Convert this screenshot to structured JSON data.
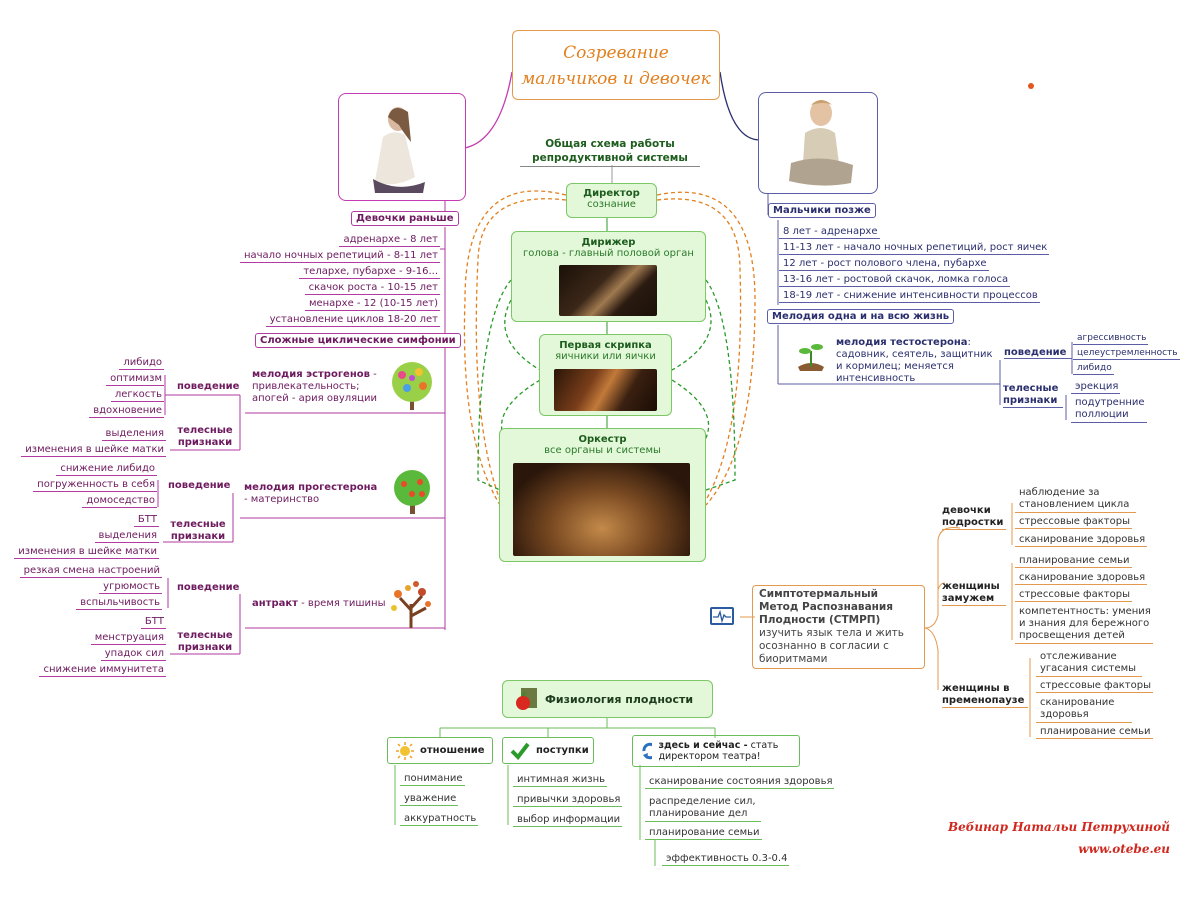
{
  "title": {
    "line1": "Созревание",
    "line2": "мальчиков и девочек"
  },
  "scheme": {
    "line1": "Общая схема работы",
    "line2": "репродуктивной системы"
  },
  "central": {
    "director": {
      "title": "Директор",
      "sub": "сознание"
    },
    "conductor": {
      "title": "Дирижер",
      "sub": "голова - главный половой орган"
    },
    "violin": {
      "title": "Первая скрипка",
      "sub": "яичники или яички"
    },
    "orchestra": {
      "title": "Оркестр",
      "sub": "все органы и системы"
    }
  },
  "girls": {
    "header": "Девочки раньше",
    "items": [
      "адренархе - 8 лет",
      "начало ночных репетиций - 8-11 лет",
      "телархе, пубархе - 9-16...",
      "скачок роста - 10-15 лет",
      "менархе - 12 (10-15 лет)",
      "установление циклов 18-20 лет"
    ],
    "symphonies": "Сложные циклические симфонии",
    "estrogen": {
      "title": "мелодия эстрогенов",
      "rest": " - привлекательность; апогей - ария овуляции",
      "behavior": "поведение",
      "behavior_items": [
        "либидо",
        "оптимизм",
        "легкость",
        "вдохновение"
      ],
      "body": "телесные признаки",
      "body_items": [
        "выделения",
        "изменения в шейке матки"
      ]
    },
    "progesterone": {
      "title": "мелодия прогестерона",
      "rest": " - материнство",
      "behavior": "поведение",
      "behavior_items": [
        "снижение либидо",
        "погруженность в себя",
        "домоседство"
      ],
      "body": "телесные признаки",
      "body_items": [
        "БТТ",
        "выделения",
        "изменения в шейке матки"
      ]
    },
    "entracte": {
      "title": "антракт",
      "rest": " - время тишины",
      "behavior": "поведение",
      "behavior_items": [
        "резкая смена настроений",
        "угрюмость",
        "вспыльчивость"
      ],
      "body": "телесные признаки",
      "body_items": [
        "БТТ",
        "менструация",
        "упадок сил",
        "снижение иммунитета"
      ]
    }
  },
  "boys": {
    "header": "Мальчики позже",
    "items": [
      "8 лет - адренархе",
      "11-13 лет - начало ночных репетиций, рост яичек",
      "12 лет - рост полового члена, пубархе",
      "13-16 лет - ростовой скачок, ломка голоса",
      "18-19 лет - снижение интенсивности процессов"
    ],
    "melody": "Мелодия одна и на всю жизнь",
    "testosterone": {
      "title": "мелодия тестостерона",
      "rest": ": садовник, сеятель, защитник и кормилец; меняется интенсивность",
      "behavior": "поведение",
      "behavior_items": [
        "агрессивность",
        "целеустремленность",
        "либидо"
      ],
      "body": "телесные признаки",
      "body_items": [
        "эрекция",
        "подутренние поллюции"
      ]
    }
  },
  "stmrp": {
    "title": "Симптотермальный Метод Распознавания Плодности (СТМРП)",
    "desc": "изучить язык тела и жить осознанно в согласии с биоритмами",
    "teen": {
      "label": "девочки подростки",
      "items": [
        "наблюдение за становлением цикла",
        "стрессовые факторы",
        "сканирование здоровья"
      ]
    },
    "married": {
      "label": "женщины замужем",
      "items": [
        "планирование семьи",
        "сканирование здоровья",
        "стрессовые факторы",
        "компетентность: умения и знания для бережного просвещения детей"
      ]
    },
    "premeno": {
      "label": "женщины в пременопаузе",
      "items": [
        "отслеживание угасания системы",
        "стрессовые факторы",
        "сканирование здоровья",
        "планирование семьи"
      ]
    }
  },
  "physiology": {
    "title": "Физиология плодности",
    "attitude": {
      "label": "отношение",
      "items": [
        "понимание",
        "уважение",
        "аккуратность"
      ]
    },
    "actions": {
      "label": "поступки",
      "items": [
        "интимная жизнь",
        "привычки здоровья",
        "выбор информации"
      ]
    },
    "now": {
      "label_bold": "здесь и сейчас -",
      "label_rest": " стать директором театра!",
      "items": [
        "сканирование состояния здоровья",
        "распределение сил, планирование дел",
        "планирование семьи"
      ],
      "sub": "эффективность 0.3-0.4"
    }
  },
  "footer": {
    "line1": "Вебинар Натальи Петрухиной",
    "line2": "www.otebe.eu"
  },
  "colors": {
    "purple": "#b23aa3",
    "navy": "#5b5ea6",
    "orange": "#e39a4f",
    "green": "#6bbd5b"
  }
}
